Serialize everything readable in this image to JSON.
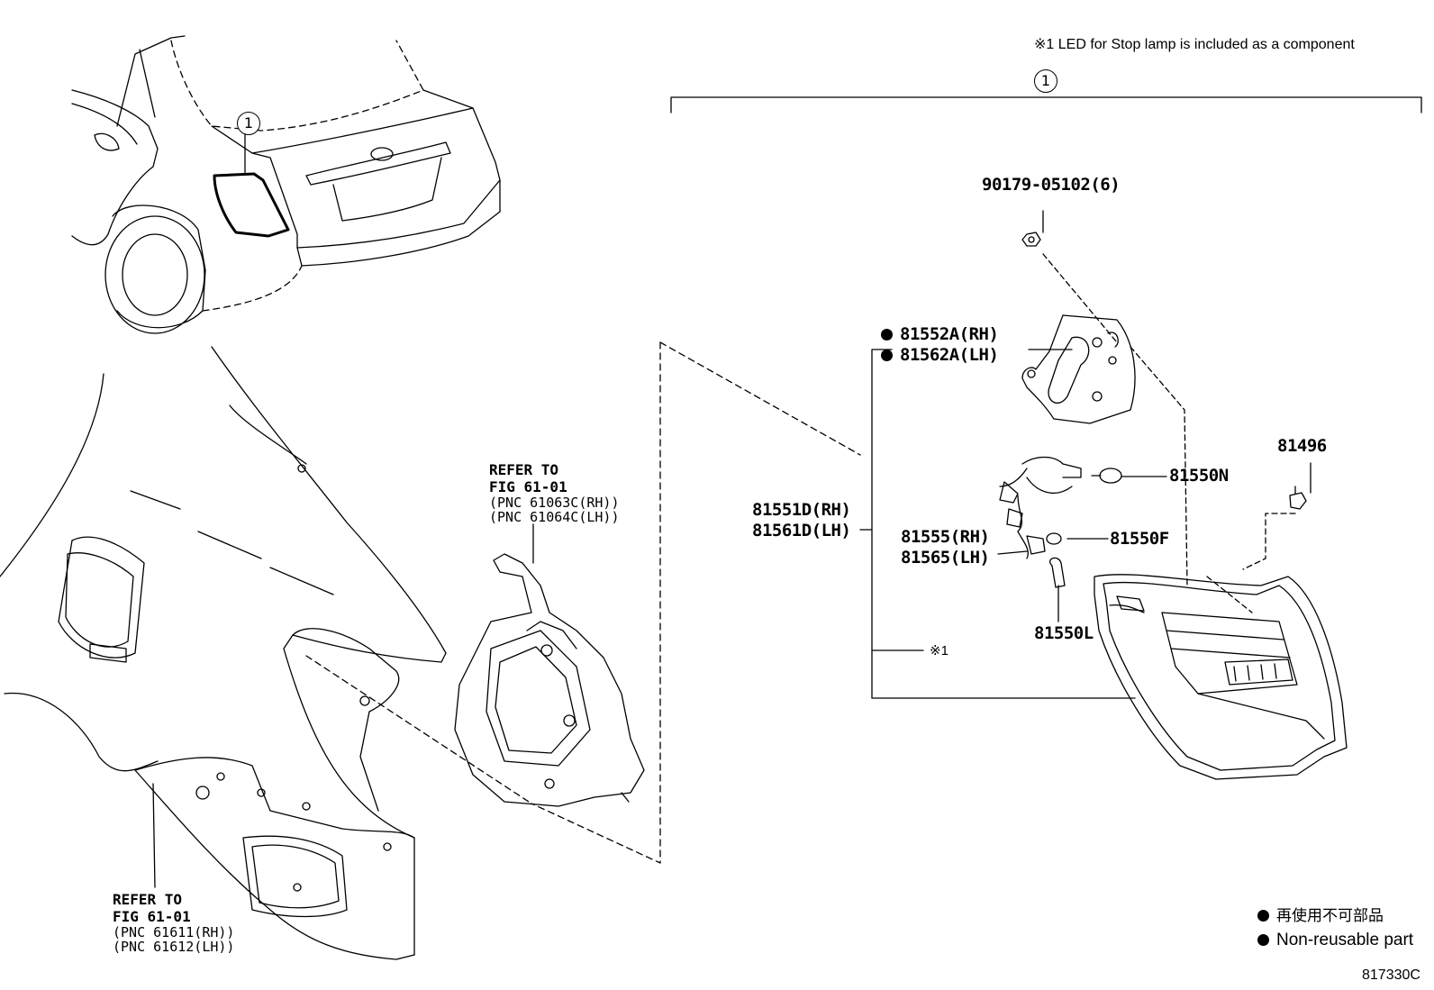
{
  "note_top": "※1 LED for Stop lamp is included as a component",
  "callout_1_car": "1",
  "callout_1_group": "1",
  "parts": {
    "p90179": "90179-05102(6)",
    "p81552A": "81552A(RH)",
    "p81562A": "81562A(LH)",
    "p81496": "81496",
    "p81550N": "81550N",
    "p81551D": "81551D(RH)",
    "p81561D": "81561D(LH)",
    "p81555": "81555(RH)",
    "p81565": "81565(LH)",
    "p81550F": "81550F",
    "p81550L": "81550L",
    "p_led": "※1"
  },
  "refer_right": {
    "line1": "REFER TO",
    "line2": "FIG 61-01",
    "line3": "(PNC 61063C(RH))",
    "line4": "(PNC 61064C(LH))"
  },
  "refer_left": {
    "line1": "REFER TO",
    "line2": "FIG 61-01",
    "line3": "(PNC 61611(RH))",
    "line4": "(PNC 61612(LH))"
  },
  "legend": {
    "jp": "再使用不可部品",
    "en": "Non-reusable part"
  },
  "figure_code": "817330C"
}
